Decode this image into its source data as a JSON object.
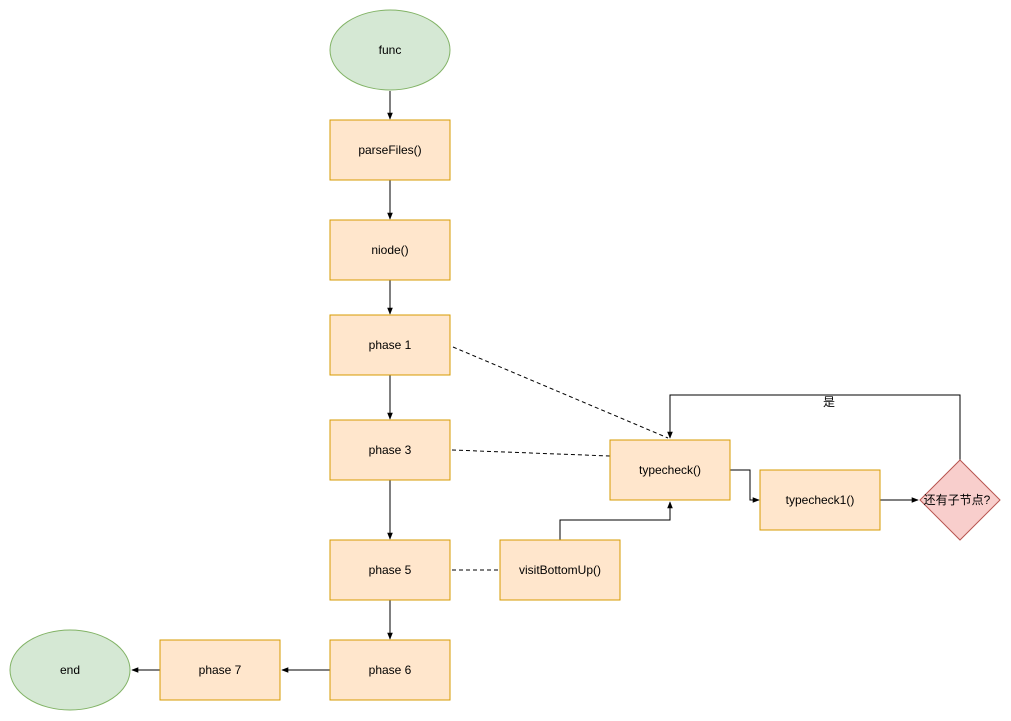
{
  "diagram": {
    "nodes": {
      "func": {
        "label": "func",
        "shape": "ellipse"
      },
      "parse_files": {
        "label": "parseFiles()",
        "shape": "rect"
      },
      "noder": {
        "label": "niode()",
        "shape": "rect"
      },
      "phase1": {
        "label": "phase 1",
        "shape": "rect"
      },
      "phase3": {
        "label": "phase 3",
        "shape": "rect"
      },
      "phase5": {
        "label": "phase 5",
        "shape": "rect"
      },
      "phase6": {
        "label": "phase 6",
        "shape": "rect"
      },
      "phase7": {
        "label": "phase 7",
        "shape": "rect"
      },
      "end": {
        "label": "end",
        "shape": "ellipse"
      },
      "typecheck": {
        "label": "typecheck()",
        "shape": "rect"
      },
      "typecheck1": {
        "label": "typecheck1()",
        "shape": "rect"
      },
      "visit_bottom_up": {
        "label": "visitBottomUp()",
        "shape": "rect"
      },
      "has_children": {
        "label": "还有子节点?",
        "shape": "diamond"
      }
    },
    "edges": [
      {
        "from": "func",
        "to": "parse_files",
        "style": "solid"
      },
      {
        "from": "parse_files",
        "to": "noder",
        "style": "solid"
      },
      {
        "from": "noder",
        "to": "phase1",
        "style": "solid"
      },
      {
        "from": "phase1",
        "to": "phase3",
        "style": "solid"
      },
      {
        "from": "phase3",
        "to": "phase5",
        "style": "solid"
      },
      {
        "from": "phase5",
        "to": "phase6",
        "style": "solid"
      },
      {
        "from": "phase6",
        "to": "phase7",
        "style": "solid"
      },
      {
        "from": "phase7",
        "to": "end",
        "style": "solid"
      },
      {
        "from": "phase1",
        "to": "typecheck",
        "style": "dashed"
      },
      {
        "from": "phase3",
        "to": "typecheck",
        "style": "dashed"
      },
      {
        "from": "phase5",
        "to": "visit_bottom_up",
        "style": "dashed"
      },
      {
        "from": "visit_bottom_up",
        "to": "typecheck",
        "style": "solid"
      },
      {
        "from": "typecheck",
        "to": "typecheck1",
        "style": "solid"
      },
      {
        "from": "typecheck1",
        "to": "has_children",
        "style": "solid"
      },
      {
        "from": "has_children",
        "to": "typecheck",
        "style": "solid",
        "label": "是"
      }
    ],
    "colors": {
      "ellipse_fill": "#d5e8d4",
      "ellipse_stroke": "#82b366",
      "rect_fill": "#ffe6cc",
      "rect_stroke": "#d79b00",
      "diamond_fill": "#f8cecc",
      "diamond_stroke": "#b85450",
      "edge": "#000000"
    }
  }
}
